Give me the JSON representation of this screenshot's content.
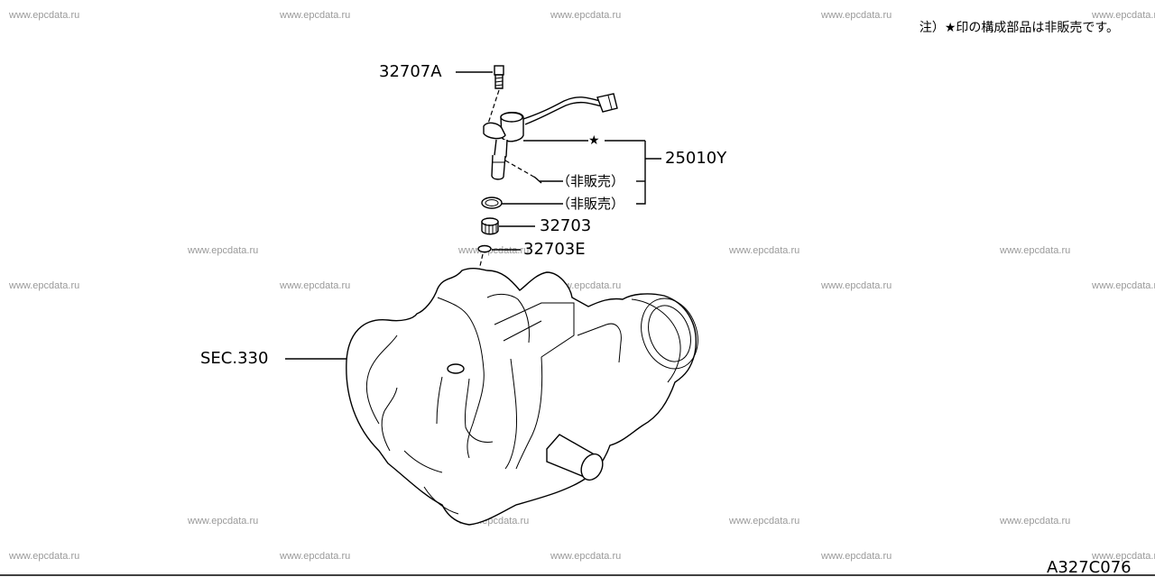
{
  "watermark": "www.epcdata.ru",
  "note": "注）★印の構成部品は非販売です。",
  "diagram_code": "A327C076",
  "parts": {
    "bolt": "32707A",
    "sensor_assembly": "25010Y",
    "not_for_sale_1": "（非販売）",
    "not_for_sale_2": "（非販売）",
    "gear": "32703",
    "washer": "32703E",
    "section_ref": "SEC.330"
  },
  "star_symbol": "★"
}
